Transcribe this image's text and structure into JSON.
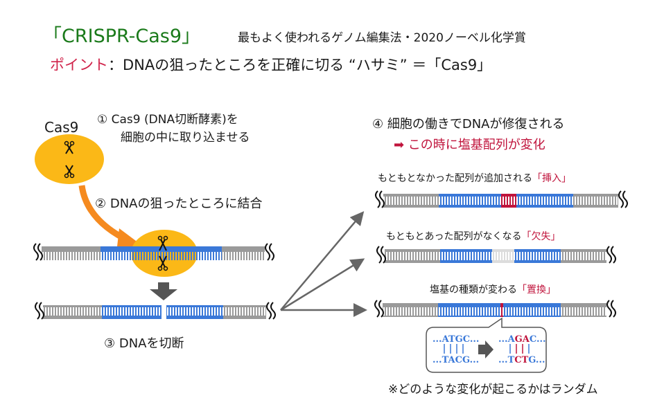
{
  "header": {
    "title": "「CRISPR-Cas9」",
    "subtitle": "最もよく使われるゲノム編集法・2020ノーベル化学賞",
    "point_label": "ポイント",
    "point_text": "：DNAの狙ったところを正確に切る “ハサミ” ＝「Cas9」"
  },
  "left": {
    "cas9_label": "Cas9",
    "step1_line1": "① Cas9 (DNA切断酵素)を",
    "step1_line2": "細胞の中に取り込ませる",
    "step2": "② DNAの狙ったところに結合",
    "step3": "③ DNAを切断"
  },
  "right": {
    "step4": "④ 細胞の働きでDNAが修復される",
    "step4_sub": "➡ この時に塩基配列が変化",
    "outcomes": [
      {
        "caption": "もともとなかった配列が追加される",
        "tag": "「挿入」"
      },
      {
        "caption": "もともとあった配列がなくなる",
        "tag": "「欠失」"
      },
      {
        "caption": "塩基の種類が変わる",
        "tag": "「置換」"
      }
    ],
    "sequence": {
      "before_top": "...ATGC...",
      "before_bottom": "...TACG...",
      "after_top_prefix": "...A",
      "after_top_changed": "GA",
      "after_top_suffix": "C...",
      "after_bottom_prefix": "...T",
      "after_bottom_changed": "CT",
      "after_bottom_suffix": "G..."
    },
    "footnote": "※どのような変化が起こるかはランダム"
  },
  "colors": {
    "title_green": "#1a7a1a",
    "point_red": "#d0234a",
    "accent_red": "#c0143c",
    "dna_gray": "#9a9a9a",
    "dna_blue": "#3a78d8",
    "cas9_yellow": "#fbb817",
    "arrow_orange": "#f58a1f",
    "arrow_gray": "#666666"
  }
}
